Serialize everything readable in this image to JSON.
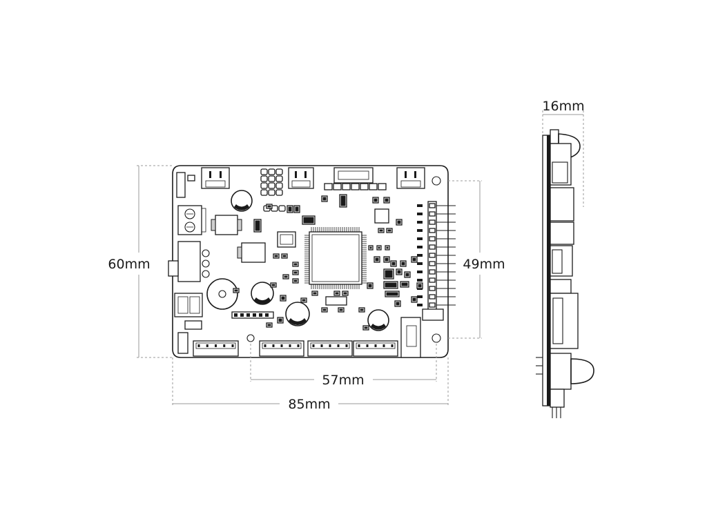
{
  "dimensions": {
    "width_total": "85mm",
    "width_holes": "57mm",
    "height_total": "60mm",
    "height_holes": "49mm",
    "thickness": "16mm"
  }
}
